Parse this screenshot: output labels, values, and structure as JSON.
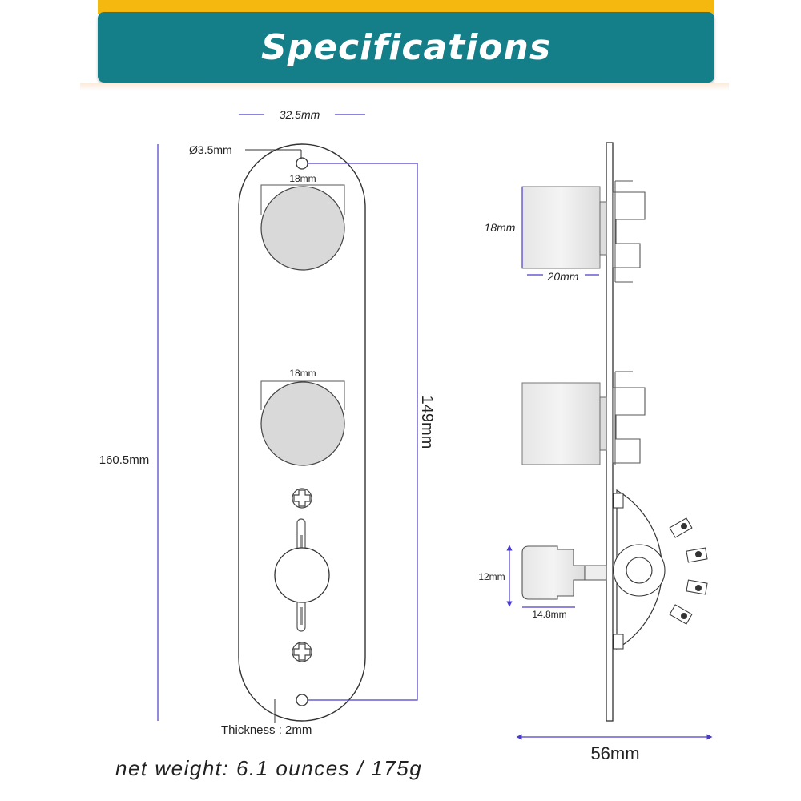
{
  "banner": {
    "title": "Specifications"
  },
  "dimensions": {
    "width_top": "32.5mm",
    "hole_diameter": "Ø3.5mm",
    "knob1_width": "18mm",
    "knob2_width": "18mm",
    "hole_spacing": "149mm",
    "plate_length": "160.5mm",
    "thickness": "Thickness : 2mm",
    "knob_height": "18mm",
    "knob_depth": "20mm",
    "switch_tip_height": "12mm",
    "switch_tip_length": "14.8mm",
    "total_depth": "56mm"
  },
  "footer": {
    "weight": "net weight: 6.1 ounces / 175g"
  },
  "colors": {
    "banner": "#147f89",
    "accent_strip": "#f5b80f",
    "dimension_line": "#4a3cc8"
  }
}
